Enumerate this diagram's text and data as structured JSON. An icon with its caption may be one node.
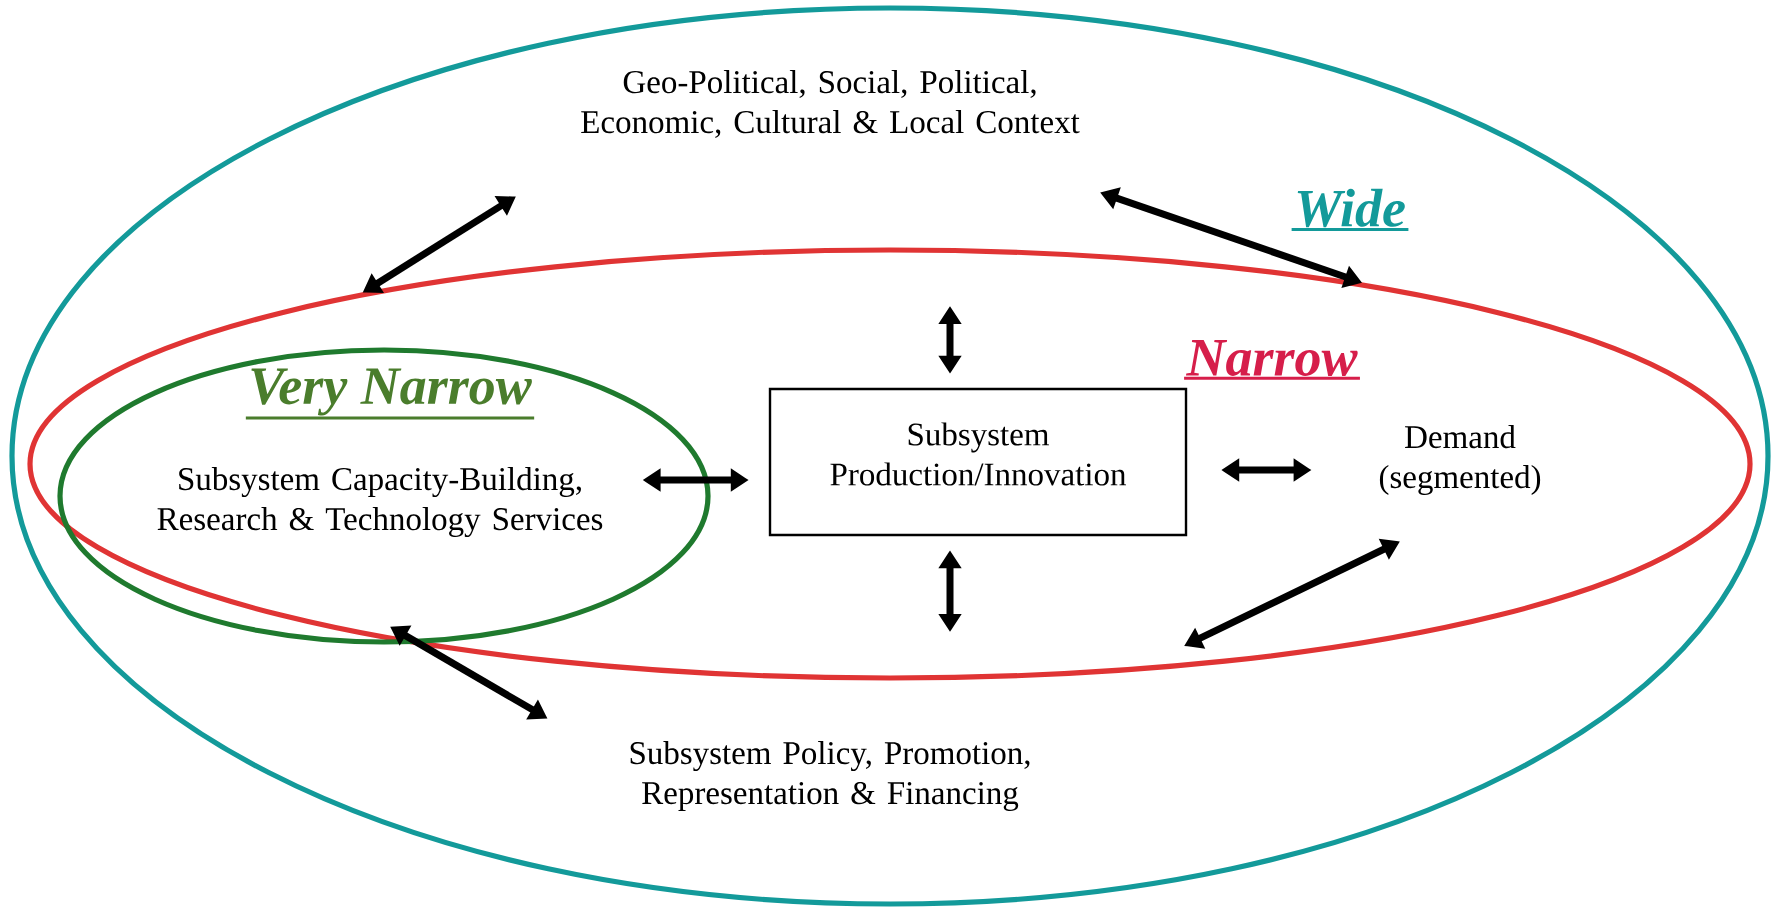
{
  "diagram": {
    "nodes": [
      {
        "text": [
          "Wide"
        ]
      },
      {
        "text": [
          "Geo-Political, Social, Political, Economic, Cultural & Local Context"
        ],
        "in": 0
      },
      {
        "text": [
          "Narrow"
        ],
        "in": 0
      },
      {
        "text": [
          "Very Narrow",
          "Subsystem Capacity-Building, Research & Technology Services"
        ],
        "in": 2
      },
      {
        "text": [
          "Subsystem Production/Innovation"
        ],
        "in": 2
      },
      {
        "text": [
          "Demand (segmented)"
        ],
        "in": 2
      },
      {
        "text": [
          "Subsystem Policy, Promotion, Representation & Financing"
        ],
        "in": 0
      }
    ],
    "edges": [
      {
        "from": 1,
        "to": 2,
        "arrow": "both"
      },
      {
        "from": 1,
        "to": 2,
        "arrow": "both"
      },
      {
        "from": 3,
        "to": 4,
        "arrow": "both"
      },
      {
        "from": 4,
        "to": 5,
        "arrow": "both"
      },
      {
        "from": 4,
        "to": null,
        "arrow": "both"
      },
      {
        "from": 4,
        "to": null,
        "arrow": "both"
      },
      {
        "from": 3,
        "to": 6,
        "arrow": "both"
      },
      {
        "from": 5,
        "to": null,
        "arrow": "both"
      }
    ]
  }
}
